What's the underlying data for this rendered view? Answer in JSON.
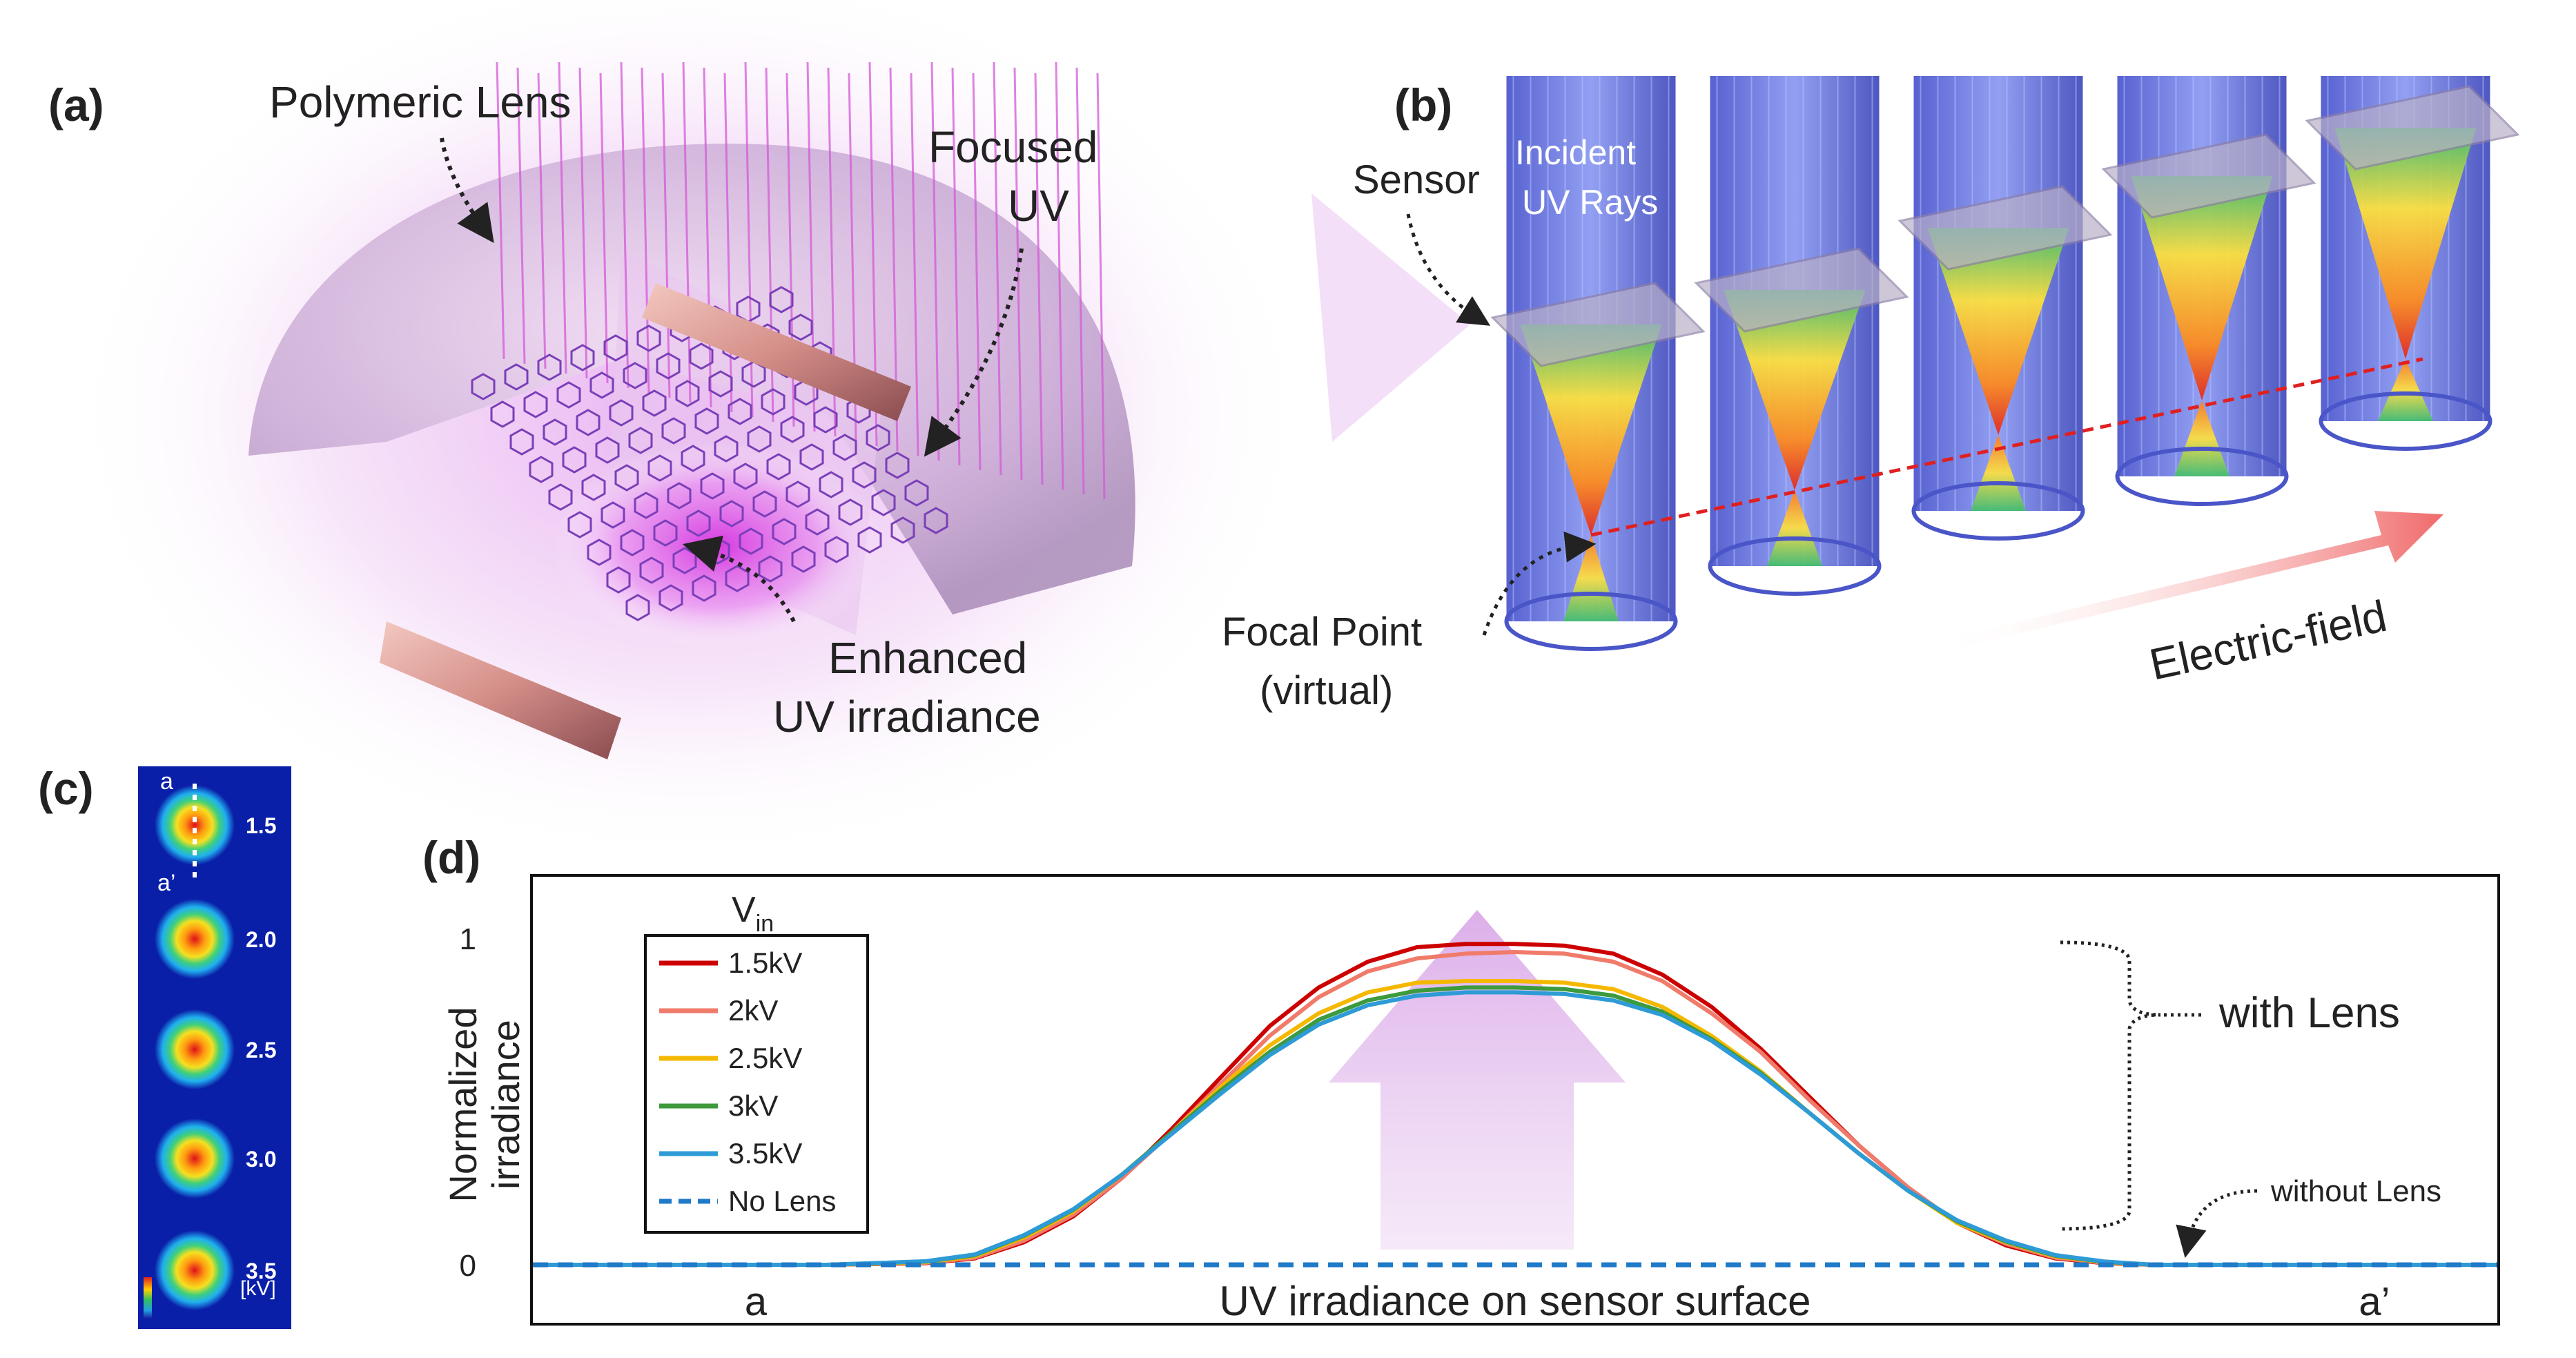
{
  "panels": {
    "a": {
      "tag": "(a)",
      "lens_label": "Polymeric Lens",
      "focused_label_line1": "Focused",
      "focused_label_line2": "UV",
      "enhanced_label_line1": "Enhanced",
      "enhanced_label_line2": "UV irradiance"
    },
    "b": {
      "tag": "(b)",
      "sensor_label": "Sensor",
      "incident_line1": "Incident",
      "incident_line2": "UV Rays",
      "focal_line1": "Focal Point",
      "focal_line2": "(virtual)",
      "efield_label": "Electric-field"
    },
    "c": {
      "tag": "(c)",
      "marker_top": "a",
      "marker_bottom": "a’",
      "voltages": [
        "1.5",
        "2.0",
        "2.5",
        "3.0",
        "3.5"
      ],
      "unit": "[kV]"
    },
    "d": {
      "tag": "(d)",
      "with_lens_label": "with Lens",
      "without_lens_label": "without Lens"
    }
  },
  "colors": {
    "v15": "#cc0000",
    "v20": "#f07b6a",
    "v25": "#f5b800",
    "v30": "#3d9a3d",
    "v35": "#2e9bd6",
    "nolens": "#1f7ac8"
  },
  "chart_data": {
    "type": "line",
    "xlabel": "UV irradiance on sensor surface",
    "ylabel_line1": "Normalized",
    "ylabel_line2": "irradiance",
    "x_tick_labels": [
      "a",
      "a’"
    ],
    "y_ticks": [
      "0",
      "1"
    ],
    "ylim": [
      0,
      1.2
    ],
    "xlim": [
      0,
      1
    ],
    "legend_title": "V",
    "legend_title_sub": "in",
    "legend_placement": "top-left",
    "grid": false,
    "x": [
      0.0,
      0.05,
      0.1,
      0.15,
      0.2,
      0.225,
      0.25,
      0.275,
      0.3,
      0.325,
      0.35,
      0.375,
      0.4,
      0.425,
      0.45,
      0.475,
      0.5,
      0.525,
      0.55,
      0.575,
      0.6,
      0.625,
      0.65,
      0.675,
      0.7,
      0.725,
      0.75,
      0.775,
      0.8,
      0.825,
      0.85,
      0.9,
      0.95,
      1.0
    ],
    "series": [
      {
        "name": "1.5kV",
        "color_key": "v15",
        "dash": false,
        "values": [
          0,
          0,
          0,
          0,
          0.005,
          0.02,
          0.07,
          0.15,
          0.27,
          0.42,
          0.58,
          0.74,
          0.86,
          0.94,
          0.985,
          0.995,
          0.995,
          0.99,
          0.965,
          0.9,
          0.8,
          0.67,
          0.52,
          0.37,
          0.24,
          0.13,
          0.06,
          0.02,
          0.005,
          0,
          0,
          0,
          0,
          0
        ]
      },
      {
        "name": "2kV",
        "color_key": "v20",
        "dash": false,
        "values": [
          0,
          0,
          0,
          0,
          0.006,
          0.022,
          0.075,
          0.155,
          0.27,
          0.41,
          0.56,
          0.71,
          0.83,
          0.91,
          0.95,
          0.965,
          0.97,
          0.965,
          0.94,
          0.88,
          0.78,
          0.66,
          0.51,
          0.37,
          0.24,
          0.13,
          0.065,
          0.022,
          0.006,
          0,
          0,
          0,
          0,
          0
        ]
      },
      {
        "name": "2.5kV",
        "color_key": "v25",
        "dash": false,
        "values": [
          0,
          0,
          0,
          0,
          0.008,
          0.027,
          0.085,
          0.165,
          0.28,
          0.41,
          0.55,
          0.68,
          0.78,
          0.845,
          0.875,
          0.88,
          0.88,
          0.875,
          0.855,
          0.8,
          0.71,
          0.6,
          0.47,
          0.345,
          0.23,
          0.13,
          0.07,
          0.026,
          0.008,
          0,
          0,
          0,
          0,
          0
        ]
      },
      {
        "name": "3kV",
        "color_key": "v30",
        "dash": false,
        "values": [
          0,
          0,
          0,
          0,
          0.01,
          0.03,
          0.09,
          0.17,
          0.28,
          0.41,
          0.54,
          0.66,
          0.76,
          0.82,
          0.85,
          0.86,
          0.86,
          0.855,
          0.835,
          0.785,
          0.7,
          0.595,
          0.47,
          0.345,
          0.23,
          0.135,
          0.072,
          0.028,
          0.009,
          0,
          0,
          0,
          0,
          0
        ]
      },
      {
        "name": "3.5kV",
        "color_key": "v35",
        "dash": false,
        "values": [
          0,
          0,
          0,
          0,
          0.011,
          0.032,
          0.092,
          0.172,
          0.28,
          0.405,
          0.53,
          0.65,
          0.745,
          0.805,
          0.835,
          0.845,
          0.845,
          0.84,
          0.82,
          0.775,
          0.695,
          0.59,
          0.47,
          0.345,
          0.23,
          0.138,
          0.075,
          0.03,
          0.01,
          0,
          0,
          0,
          0,
          0
        ]
      },
      {
        "name": "No Lens",
        "color_key": "nolens",
        "dash": true,
        "values": [
          0,
          0,
          0,
          0,
          0,
          0,
          0,
          0,
          0,
          0,
          0,
          0,
          0,
          0,
          0,
          0,
          0,
          0,
          0,
          0,
          0,
          0,
          0,
          0,
          0,
          0,
          0,
          0,
          0,
          0,
          0,
          0,
          0,
          0
        ]
      }
    ]
  }
}
